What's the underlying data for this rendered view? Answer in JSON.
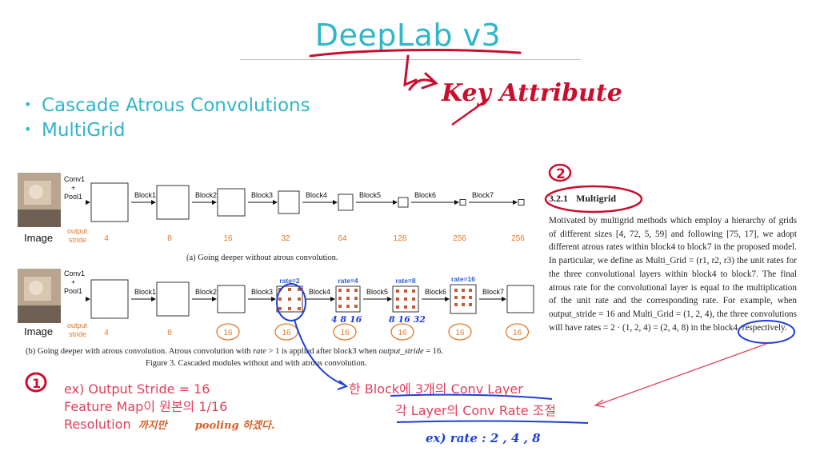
{
  "slide": {
    "title": "DeepLab v3",
    "bullets": [
      "Cascade Atrous Convolutions",
      "MultiGrid"
    ]
  },
  "figure": {
    "row_a_blocks": [
      "Block1",
      "Block2",
      "Block3",
      "Block4",
      "Block5",
      "Block6",
      "Block7"
    ],
    "input_label": "Conv1\n+\nPool1",
    "image_label": "Image",
    "output_stride_label": "output\nstride",
    "row_a_strides": [
      "4",
      "8",
      "16",
      "32",
      "64",
      "128",
      "256",
      "256"
    ],
    "row_b_strides": [
      "4",
      "8",
      "16",
      "16",
      "16",
      "16",
      "16",
      "16"
    ],
    "row_b_rates": [
      "rate=2",
      "rate=4",
      "rate=8",
      "rate=16"
    ],
    "caption_a": "(a) Going deeper without atrous convolution.",
    "caption_b": "(b) Going deeper with atrous convolution. Atrous convolution with rate > 1 is applied after block3 when output_stride = 16.",
    "figure_caption": "Figure 3. Cascaded modules without and with atrous convolution."
  },
  "paper": {
    "section_num": "3.2.1",
    "section_title": "Multigrid",
    "paragraph": "Motivated by multigrid methods which employ a hierarchy of grids of different sizes [4, 72, 5, 59] and following [75, 17], we adopt different atrous rates within block4 to block7 in the proposed model. In particular, we define as Multi_Grid = (r1, r2, r3) the unit rates for the three convolutional layers within block4 to block7. The final atrous rate for the convolutional layer is equal to the multiplication of the unit rate and the corresponding rate. For example, when output_stride = 16 and Multi_Grid = (1, 2, 4), the three convolutions will have rates = 2 · (1, 2, 4) = (2, 4, 8) in the block4, respectively."
  },
  "annotations": {
    "key_attribute": "Key Attribute",
    "circle_one": "1",
    "circle_two": "2",
    "note_left": [
      "ex) Output Stride = 16",
      "Feature Map이 원본의 1/16",
      "Resolution"
    ],
    "note_left_hand_1": "까지만",
    "note_left_hand_2": "pooling 하겠다.",
    "note_right_1": "한 Block에 3개의 Conv Layer",
    "note_right_2": "각 Layer의 Conv Rate 조절",
    "note_right_3": "ex) rate : 2 , 4 , 8",
    "blue_nums_1": "4 8 16",
    "blue_nums_2": "8 16 32"
  },
  "colors": {
    "title": "#2fb6c8",
    "red_ink": "#c8102e",
    "pink_note": "#e0405a",
    "blue_ink": "#1f3fd6",
    "orange_circle": "#e07a2a"
  }
}
